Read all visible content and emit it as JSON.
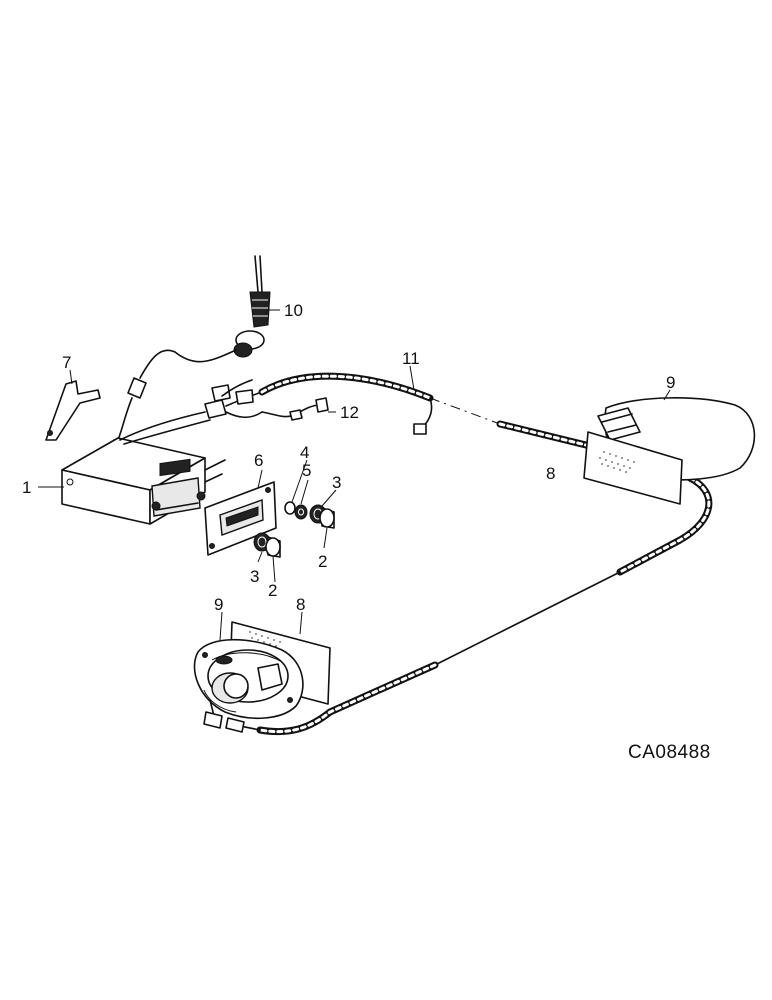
{
  "diagram": {
    "reference_code": "CA08488",
    "callouts": [
      {
        "id": "c1",
        "label": "1"
      },
      {
        "id": "c2a",
        "label": "2"
      },
      {
        "id": "c2b",
        "label": "2"
      },
      {
        "id": "c3a",
        "label": "3"
      },
      {
        "id": "c3b",
        "label": "3"
      },
      {
        "id": "c4",
        "label": "4"
      },
      {
        "id": "c5",
        "label": "5"
      },
      {
        "id": "c6",
        "label": "6"
      },
      {
        "id": "c7",
        "label": "7"
      },
      {
        "id": "c8a",
        "label": "8"
      },
      {
        "id": "c8b",
        "label": "8"
      },
      {
        "id": "c9a",
        "label": "9"
      },
      {
        "id": "c9b",
        "label": "9"
      },
      {
        "id": "c10",
        "label": "10"
      },
      {
        "id": "c11",
        "label": "11"
      },
      {
        "id": "c12",
        "label": "12"
      }
    ]
  }
}
